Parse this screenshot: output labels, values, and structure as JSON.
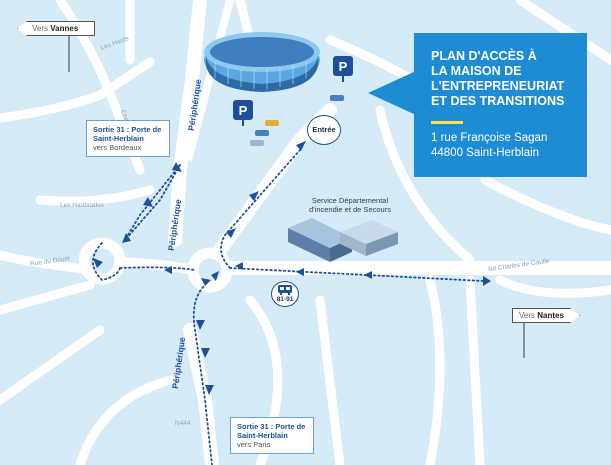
{
  "signs": {
    "vers_vannes_prefix": "Vers",
    "vers_vannes_place": "Vannes",
    "vers_nantes_prefix": "Vers",
    "vers_nantes_place": "Nantes"
  },
  "panel": {
    "title_lines": [
      "PLAN D'ACCÈS À",
      "LA MAISON DE",
      "L'ENTREPRENEURIAT",
      "ET DES TRANSITIONS"
    ],
    "address_line1": "1 rue Françoise Sagan",
    "address_line2": "44800 Saint-Herblain"
  },
  "exits": {
    "north": {
      "title": "Sortie 31 : Porte de Saint-Herblain",
      "sub": "vers Bordeaux"
    },
    "south": {
      "title": "Sortie 31 : Porte de Saint-Herblain",
      "sub": "vers Paris"
    }
  },
  "labels": {
    "entree": "Entrée",
    "sdis_line1": "Service Départemental",
    "sdis_line2": "d'incendie et de Secours",
    "bus_lines": "81-91",
    "parking": "P",
    "periph": "Périphérique"
  },
  "roads": {
    "les_hauts": "Les Hauts",
    "les_haubrades": "Les Haubrades",
    "bd_de_gaulle": "Bd Charles de Gaulle",
    "rue_du_douet": "Rue du Douet",
    "chemin": "Chem. du",
    "sortie_badge": "N444"
  },
  "colors": {
    "background": "#d6ebf8",
    "road": "#ffffff",
    "route_dots": "#1f4f9a",
    "panel": "#1e8cd5",
    "accent": "#ffe14d"
  }
}
